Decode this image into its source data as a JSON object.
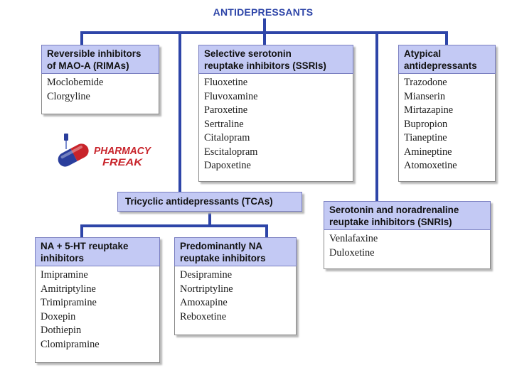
{
  "root": {
    "title": "ANTIDEPRESSANTS"
  },
  "rimas": {
    "title": "Reversible inhibitors\nof MAO-A (RIMAs)",
    "drugs": [
      "Moclobemide",
      "Clorgyline"
    ]
  },
  "ssris": {
    "title": "Selective serotonin\nreuptake inhibitors (SSRIs)",
    "drugs": [
      "Fluoxetine",
      "Fluvoxamine",
      "Paroxetine",
      "Sertraline",
      "Citalopram",
      "Escitalopram",
      "Dapoxetine"
    ]
  },
  "atypical": {
    "title": "Atypical\nantidepressants",
    "drugs": [
      "Trazodone",
      "Mianserin",
      "Mirtazapine",
      "Bupropion",
      "Tianeptine",
      "Amineptine",
      "Atomoxetine"
    ]
  },
  "tcas": {
    "title": "Tricyclic antidepressants (TCAs)"
  },
  "snris": {
    "title": "Serotonin and noradrenaline\nreuptake inhibitors (SNRIs)",
    "drugs": [
      "Venlafaxine",
      "Duloxetine"
    ]
  },
  "na_5ht": {
    "title": "NA + 5-HT reuptake\ninhibitors",
    "drugs": [
      "Imipramine",
      "Amitriptyline",
      "Trimipramine",
      "Doxepin",
      "Dothiepin",
      "Clomipramine"
    ]
  },
  "na_only": {
    "title": "Predominantly NA\nreuptake inhibitors",
    "drugs": [
      "Desipramine",
      "Nortriptyline",
      "Amoxapine",
      "Reboxetine"
    ]
  },
  "logo": {
    "line1": "PHARMACY",
    "line2": "FREAK"
  },
  "colors": {
    "connector": "#2e45a8",
    "header_fill": "#c3c9f4",
    "logo_red": "#c8232a",
    "logo_blue": "#2a3e9c"
  }
}
